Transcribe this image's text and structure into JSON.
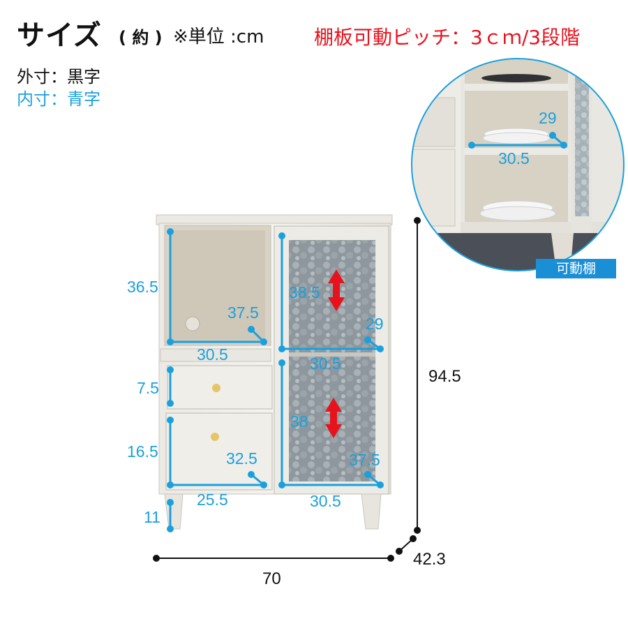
{
  "title": {
    "main": "サイズ",
    "approx": "( 約 )",
    "unit": "※単位 :cm",
    "pitch": "棚板可動ピッチ：3ｃｍ/3段階"
  },
  "legend": {
    "outer": "外寸：黒字",
    "inner": "内寸：青字"
  },
  "dimensions": {
    "height_total": "94.5",
    "width_total": "70",
    "depth_total": "42.3",
    "open_h": "36.5",
    "open_d": "37.5",
    "open_w": "30.5",
    "glass_top_h": "38.5",
    "glass_top_d": "29",
    "glass_top_w": "30.5",
    "drawer_h": "7.5",
    "lower_h": "16.5",
    "lower_d": "32.5",
    "lower_w": "25.5",
    "leg_h": "11",
    "glass_bot_h": "38",
    "glass_bot_d": "37.5",
    "glass_bot_w": "30.5",
    "detail_d": "29",
    "detail_w": "30.5"
  },
  "badge": "可動棚",
  "colors": {
    "inner": "#1aa0dc",
    "outer": "#111111",
    "accent": "#e8121d",
    "badge": "#1a8fd6"
  }
}
